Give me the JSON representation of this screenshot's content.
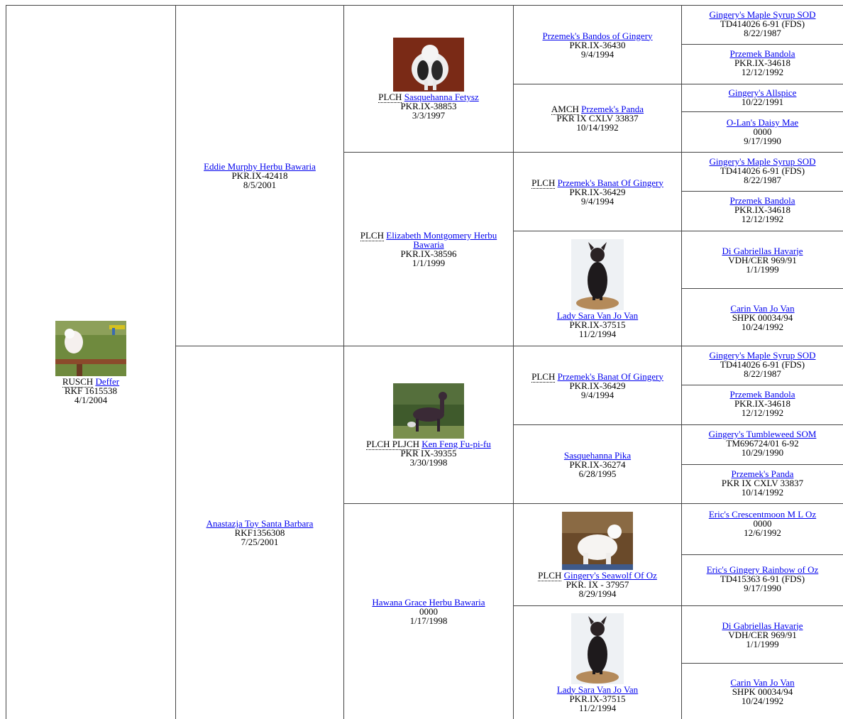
{
  "dogs": {
    "d0": {
      "title": "RUSCH",
      "name": "Deffer",
      "reg": "RKF 1615538",
      "dob": "4/1/2004",
      "photo": "small-white-dog-jumping-photo"
    },
    "d1": {
      "title": "",
      "name": "Eddie Murphy Herbu Bawaria",
      "reg": "PKR.IX-42418",
      "dob": "8/5/2001"
    },
    "d2": {
      "title": "",
      "name": "Anastazja Toy Santa Barbara",
      "reg": "RKF1356308",
      "dob": "7/25/2001"
    },
    "d3": {
      "title": "PLCH",
      "name": "Sasquehanna Fetysz",
      "reg": "PKR.IX-38853",
      "dob": "3/3/1997",
      "photo": "powderpuff-dog-photo"
    },
    "d4": {
      "title": "PLCH",
      "name": "Elizabeth Montgomery Herbu Bawaria",
      "reg": "PKR.IX-38596",
      "dob": "1/1/1999"
    },
    "d5": {
      "title": "PLCH PLJCH",
      "name": "Ken Feng Fu-pi-fu",
      "reg": "PKR IX-39355",
      "dob": "3/30/1998",
      "photo": "hairless-dog-outdoor-photo"
    },
    "d6": {
      "title": "",
      "name": "Hawana Grace Herbu Bawaria",
      "reg": "0000",
      "dob": "1/17/1998"
    },
    "d7": {
      "title": "",
      "name": "Przemek's Bandos of Gingery",
      "reg": "PKR.IX-36430",
      "dob": "9/4/1994"
    },
    "d8": {
      "title": "AMCH",
      "name": "Przemek's Panda",
      "reg": "PKR IX CXLV 33837",
      "dob": "10/14/1992"
    },
    "d9": {
      "title": "PLCH",
      "name": "Przemek's Banat Of Gingery",
      "reg": "PKR.IX-36429",
      "dob": "9/4/1994"
    },
    "d10": {
      "title": "",
      "name": "Lady Sara Van Jo Van",
      "reg": "PKR.IX-37515",
      "dob": "11/2/1994",
      "photo": "hairless-dog-sitting-photo"
    },
    "d11": {
      "title": "PLCH",
      "name": "Przemek's Banat Of Gingery",
      "reg": "PKR.IX-36429",
      "dob": "9/4/1994"
    },
    "d12": {
      "title": "",
      "name": "Sasquehanna Pika",
      "reg": "PKR.IX-36274",
      "dob": "6/28/1995"
    },
    "d13": {
      "title": "PLCH",
      "name": "Gingery's Seawolf Of Oz",
      "reg": "PKR. IX - 37957",
      "dob": "8/29/1994",
      "photo": "white-powderpuff-dog-photo"
    },
    "d14": {
      "title": "",
      "name": "Lady Sara Van Jo Van",
      "reg": "PKR.IX-37515",
      "dob": "11/2/1994",
      "photo": "hairless-dog-sitting-photo"
    },
    "d15": {
      "title": "",
      "name": "Gingery's Maple Syrup SOD",
      "reg": "TD414026 6-91 (FDS)",
      "dob": "8/22/1987"
    },
    "d16": {
      "title": "",
      "name": "Przemek Bandola",
      "reg": "PKR.IX-34618",
      "dob": "12/12/1992"
    },
    "d17": {
      "title": "",
      "name": "Gingery's Allspice",
      "reg": "",
      "dob": "10/22/1991"
    },
    "d18": {
      "title": "",
      "name": "O-Lan's Daisy Mae",
      "reg": "0000",
      "dob": "9/17/1990"
    },
    "d19": {
      "title": "",
      "name": "Gingery's Maple Syrup SOD",
      "reg": "TD414026 6-91 (FDS)",
      "dob": "8/22/1987"
    },
    "d20": {
      "title": "",
      "name": "Przemek Bandola",
      "reg": "PKR.IX-34618",
      "dob": "12/12/1992"
    },
    "d21": {
      "title": "",
      "name": "Di Gabriellas Havarje",
      "reg": "VDH/CER 969/91",
      "dob": "1/1/1999"
    },
    "d22": {
      "title": "",
      "name": "Carin Van Jo Van",
      "reg": "SHPK 00034/94",
      "dob": "10/24/1992"
    },
    "d23": {
      "title": "",
      "name": "Gingery's Maple Syrup SOD",
      "reg": "TD414026 6-91 (FDS)",
      "dob": "8/22/1987"
    },
    "d24": {
      "title": "",
      "name": "Przemek Bandola",
      "reg": "PKR.IX-34618",
      "dob": "12/12/1992"
    },
    "d25": {
      "title": "",
      "name": "Gingery's Tumbleweed SOM",
      "reg": "TM696724/01 6-92",
      "dob": "10/29/1990"
    },
    "d26": {
      "title": "",
      "name": "Przemek's Panda",
      "reg": "PKR IX CXLV 33837",
      "dob": "10/14/1992"
    },
    "d27": {
      "title": "",
      "name": "Eric's Crescentmoon M L Oz",
      "reg": "0000",
      "dob": "12/6/1992"
    },
    "d28": {
      "title": "",
      "name": "Eric's Gingery Rainbow of Oz",
      "reg": "TD415363 6-91 (FDS)",
      "dob": "9/17/1990"
    },
    "d29": {
      "title": "",
      "name": "Di Gabriellas Havarje",
      "reg": "VDH/CER 969/91",
      "dob": "1/1/1999"
    },
    "d30": {
      "title": "",
      "name": "Carin Van Jo Van",
      "reg": "SHPK 00034/94",
      "dob": "10/24/1992"
    }
  }
}
